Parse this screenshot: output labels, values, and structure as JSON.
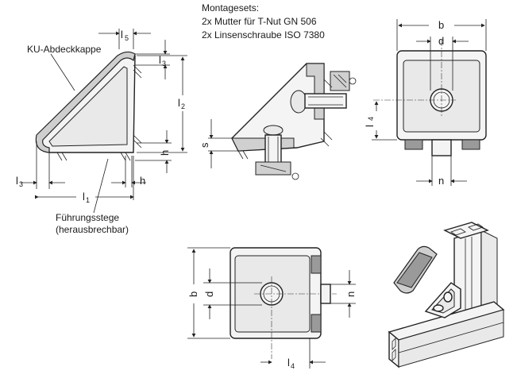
{
  "texts": {
    "cover_cap": "KU-Abdeckkappe",
    "mounting_title": "Montagesets:",
    "mounting_line1": "2x Mutter für T-Nut GN 506",
    "mounting_line2": "2x Linsenschraube ISO 7380",
    "guide_line1": "Führungsstege",
    "guide_line2": "(herausbrechbar)"
  },
  "dims": {
    "l": "l",
    "l1": "1",
    "l2": "2",
    "l3": "3",
    "l4": "4",
    "l5": "5",
    "h": "h",
    "s": "s",
    "b": "b",
    "d": "d",
    "n": "n"
  },
  "colors": {
    "line": "#222222",
    "part_fill": "#f4f4f4",
    "cap_fill": "#cfcfcf"
  }
}
